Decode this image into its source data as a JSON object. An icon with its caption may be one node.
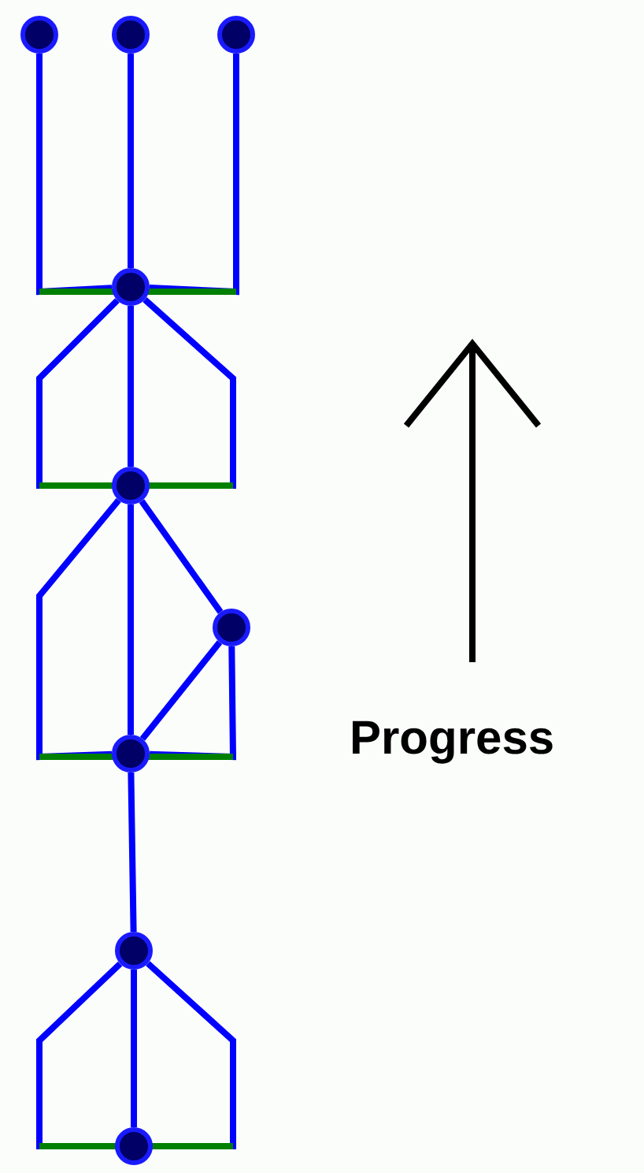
{
  "diagram": {
    "nodes": [
      {
        "text": [],
        "shape": "circle"
      },
      {
        "text": [],
        "shape": "circle"
      },
      {
        "text": [],
        "shape": "circle"
      },
      {
        "text": [],
        "shape": "circle"
      },
      {
        "text": [],
        "shape": "circle"
      },
      {
        "text": [],
        "shape": "circle"
      },
      {
        "text": [],
        "shape": "circle"
      },
      {
        "text": [],
        "shape": "circle"
      },
      {
        "text": [],
        "shape": "circle"
      }
    ],
    "edges": [
      {
        "from": 0,
        "to": 3,
        "arrow": "none"
      },
      {
        "from": 1,
        "to": 3,
        "arrow": "none"
      },
      {
        "from": 2,
        "to": 3,
        "arrow": "none"
      },
      {
        "from": 3,
        "to": 4,
        "arrow": "none"
      },
      {
        "from": 3,
        "to": 4,
        "arrow": "none"
      },
      {
        "from": 3,
        "to": 4,
        "arrow": "none"
      },
      {
        "from": 4,
        "to": 6,
        "arrow": "none"
      },
      {
        "from": 4,
        "to": 6,
        "arrow": "none"
      },
      {
        "from": 4,
        "to": 5,
        "arrow": "none"
      },
      {
        "from": 5,
        "to": 6,
        "arrow": "none"
      },
      {
        "from": 5,
        "to": 6,
        "arrow": "none"
      },
      {
        "from": 6,
        "to": 7,
        "arrow": "none"
      },
      {
        "from": 7,
        "to": 8,
        "arrow": "none"
      },
      {
        "from": 7,
        "to": 8,
        "arrow": "none"
      },
      {
        "from": 7,
        "to": 8,
        "arrow": "none"
      }
    ],
    "labels": [
      "Progress"
    ]
  }
}
